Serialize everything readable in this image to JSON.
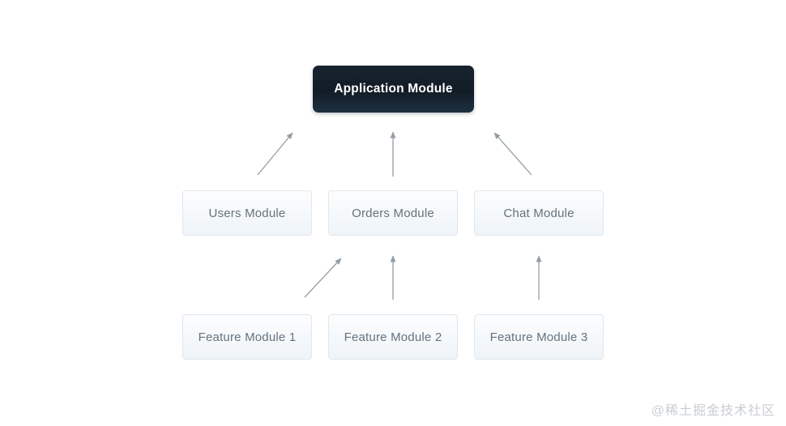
{
  "diagram": {
    "nodes": {
      "application": {
        "label": "Application Module",
        "role": "root"
      },
      "users": {
        "label": "Users Module",
        "role": "child"
      },
      "orders": {
        "label": "Orders Module",
        "role": "child"
      },
      "chat": {
        "label": "Chat Module",
        "role": "child"
      },
      "feature1": {
        "label": "Feature Module 1",
        "role": "child"
      },
      "feature2": {
        "label": "Feature Module 2",
        "role": "child"
      },
      "feature3": {
        "label": "Feature Module 3",
        "role": "child"
      }
    },
    "edges": [
      {
        "from": "users",
        "to": "application"
      },
      {
        "from": "orders",
        "to": "application"
      },
      {
        "from": "chat",
        "to": "application"
      },
      {
        "from": "feature1",
        "to": "orders"
      },
      {
        "from": "feature2",
        "to": "orders"
      },
      {
        "from": "feature3",
        "to": "chat"
      }
    ],
    "colors": {
      "background": "#ffffff",
      "root_node_bg": "#16222e",
      "root_node_text": "#ffffff",
      "child_node_bg": "#f2f6f9",
      "child_node_border": "#dfe7ee",
      "child_node_text": "#64737f",
      "arrow": "#939da5",
      "watermark": "#c9cdd2"
    }
  },
  "watermark": {
    "text": "@稀土掘金技术社区"
  }
}
